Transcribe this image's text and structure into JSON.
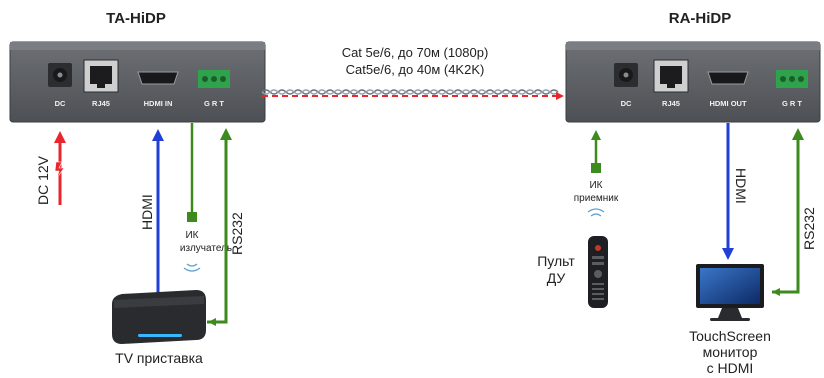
{
  "tx": {
    "title": "TA-HiDP",
    "ports": {
      "dc": "DC",
      "rj45": "RJ45",
      "hdmi": "HDMI IN",
      "grt": "G  R  T"
    }
  },
  "rx": {
    "title": "RA-HiDP",
    "ports": {
      "dc": "DC",
      "rj45": "RJ45",
      "hdmi": "HDMI OUT",
      "grt": "G  R  T"
    }
  },
  "cable": {
    "line1": "Cat 5e/6, до 70м (1080p)",
    "line2": "Cat5e/6, до 40м (4K2K)"
  },
  "left": {
    "dc_label": "DC 12V",
    "hdmi_label": "HDMI",
    "ir_line1": "ИК",
    "ir_line2": "излучатель",
    "rs232_label": "RS232",
    "device_caption": "TV приставка"
  },
  "right": {
    "ir_line1": "ИК",
    "ir_line2": "приемник",
    "remote_line1": "Пульт",
    "remote_line2": "ДУ",
    "hdmi_label": "HDMI",
    "rs232_label": "RS232",
    "monitor_line1": "TouchScreen",
    "monitor_line2": "монитор",
    "monitor_line3": "с HDMI"
  },
  "colors": {
    "power": "#e8262b",
    "hdmi": "#1f3fd6",
    "ir": "#3d8a1e",
    "rs232": "#3d8a1e",
    "device_body": "#5f6266"
  }
}
